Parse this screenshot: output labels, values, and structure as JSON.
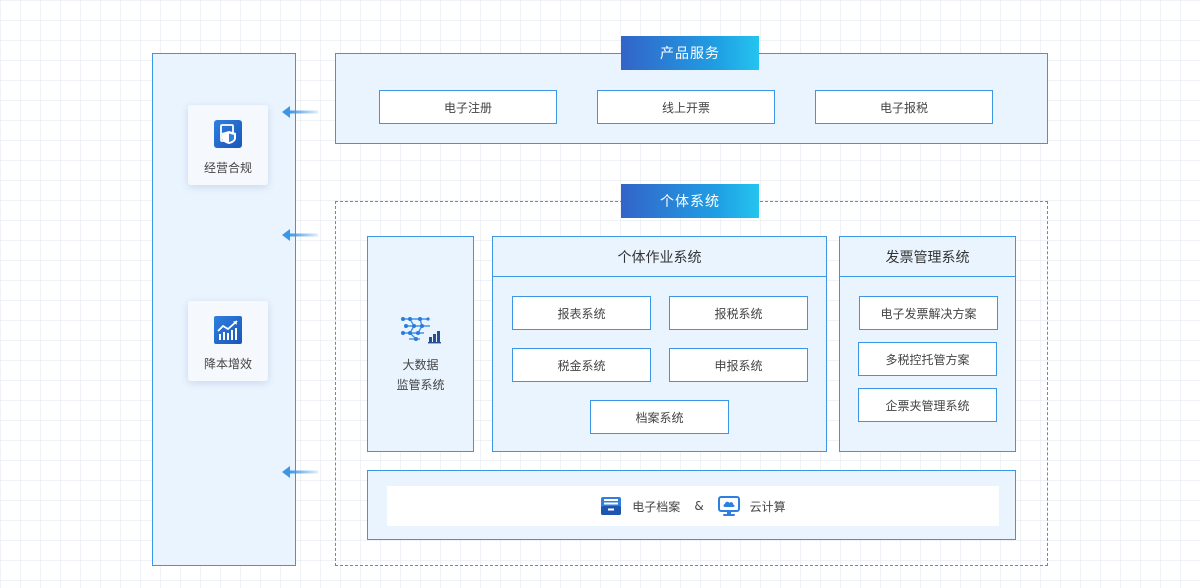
{
  "left_features": [
    {
      "label": "经营合规",
      "icon": "shield-document-icon"
    },
    {
      "label": "降本增效",
      "icon": "growth-chart-icon"
    }
  ],
  "product_service": {
    "title": "产品服务",
    "items": [
      "电子注册",
      "线上开票",
      "电子报税"
    ]
  },
  "individual_system": {
    "title": "个体系统",
    "bigdata": {
      "line1": "大数据",
      "line2": "监管系统",
      "icon": "network-chart-icon"
    },
    "operation": {
      "title": "个体作业系统",
      "items": [
        "报表系统",
        "报税系统",
        "税金系统",
        "申报系统",
        "档案系统"
      ]
    },
    "invoice": {
      "title": "发票管理系统",
      "items": [
        "电子发票解决方案",
        "多税控托管方案",
        "企票夹管理系统"
      ]
    },
    "footer": {
      "archive_label": "电子档案",
      "separator": "&",
      "cloud_label": "云计算",
      "archive_icon": "archive-box-icon",
      "cloud_icon": "cloud-monitor-icon"
    }
  },
  "colors": {
    "border": "#3d95e6",
    "panel_bg": "#eaf4fe",
    "title_gradient_start": "#3364c8",
    "title_gradient_end": "#24c4ee",
    "arrow": "#3d95e6"
  }
}
